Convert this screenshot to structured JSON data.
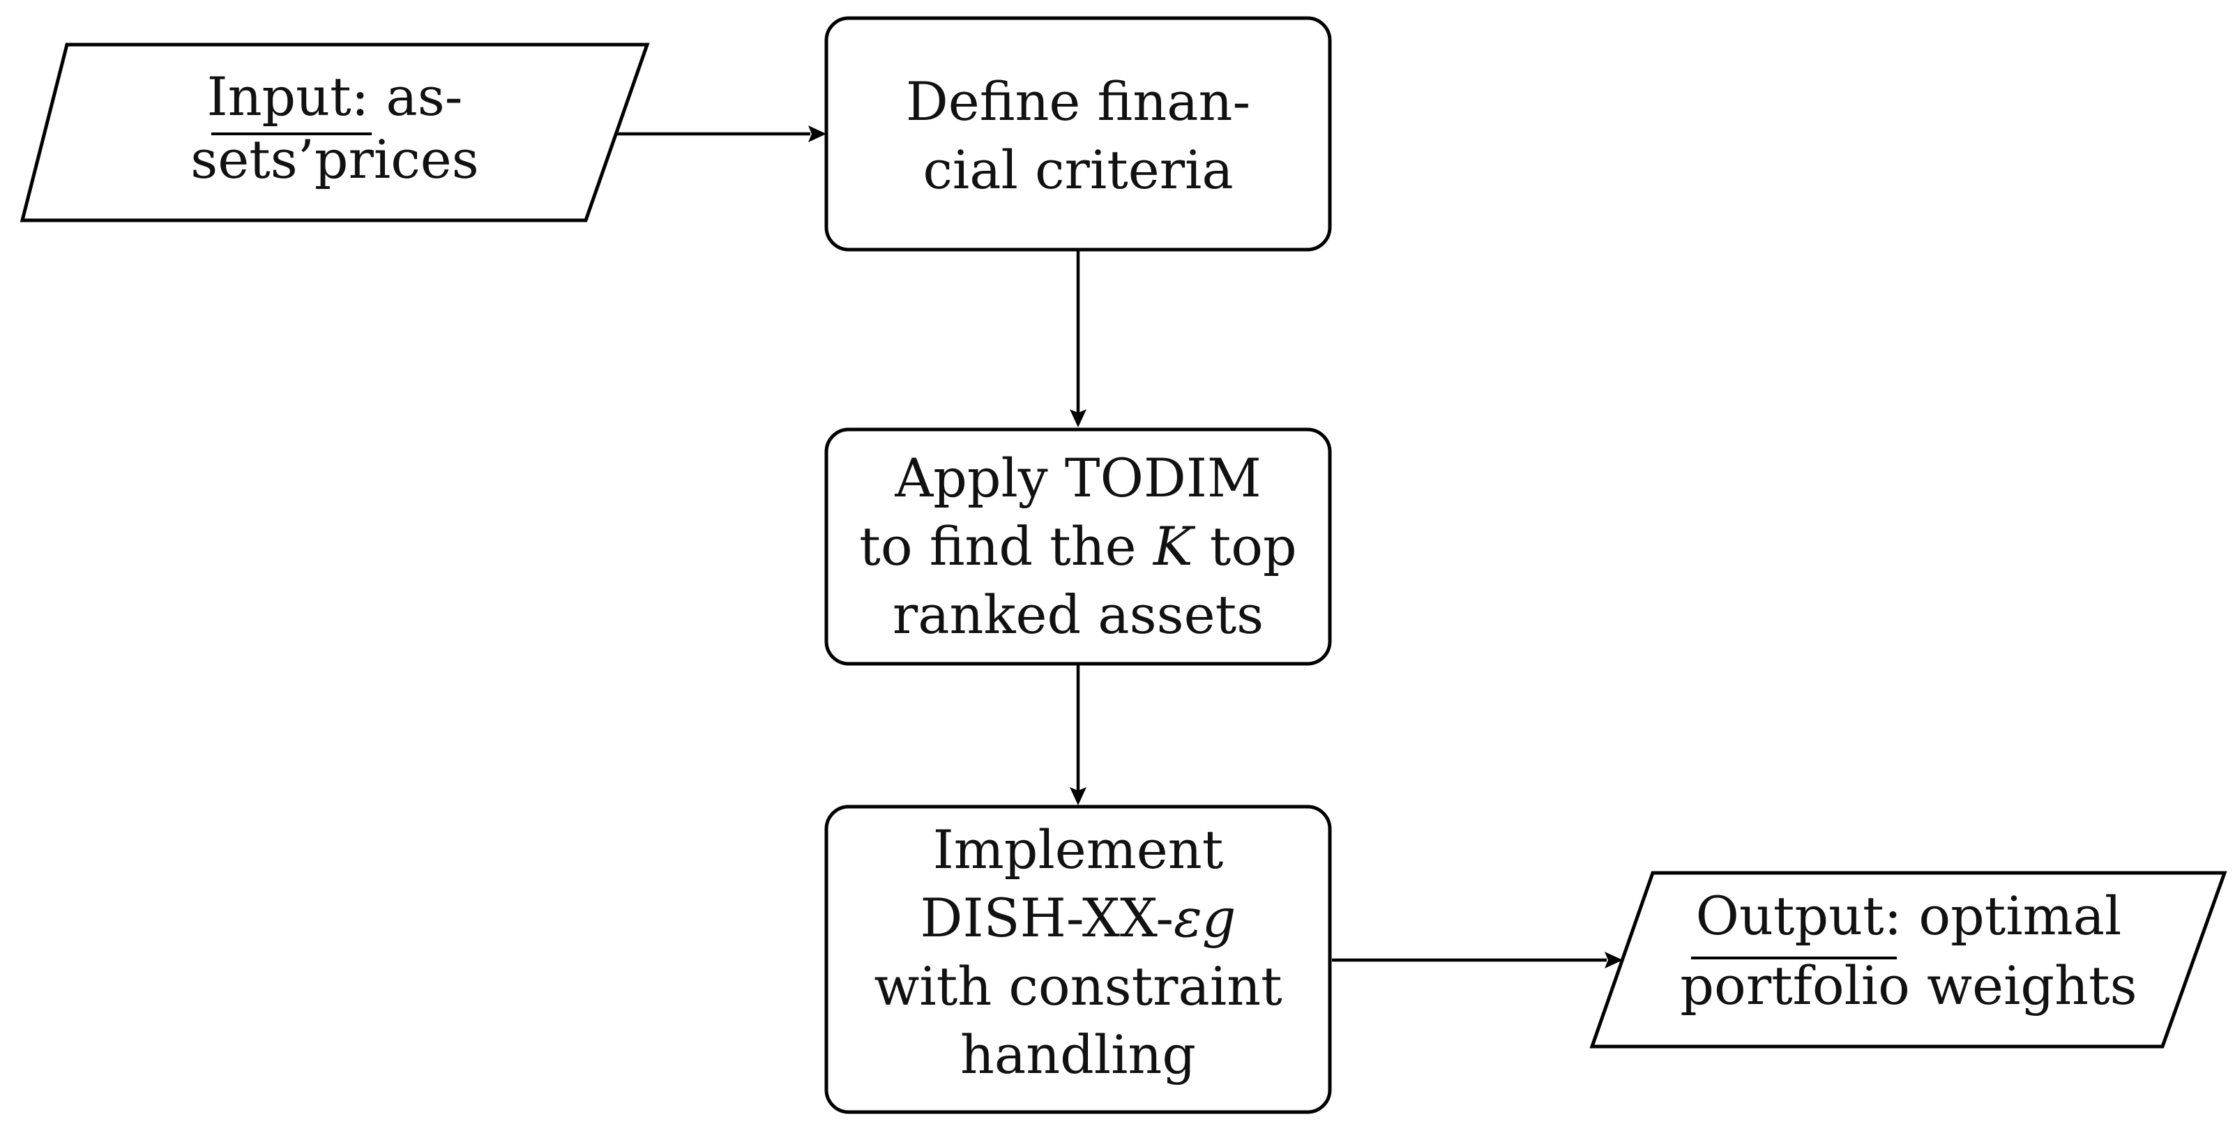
{
  "nodes": {
    "input": {
      "lines": [
        "Input: as-",
        "sets’prices"
      ]
    },
    "define": {
      "lines": [
        "Define finan-",
        "cial criteria"
      ]
    },
    "todim": {
      "line1": "Apply TODIM",
      "line2_a": "to find the ",
      "line2_k": "K",
      "line2_b": " top",
      "line3": "ranked assets"
    },
    "dish": {
      "line1": "Implement",
      "line2_a": "DISH-XX-",
      "line2_eps": "εg",
      "line3": "with constraint",
      "line4": "handling"
    },
    "output": {
      "lines": [
        "Output: optimal",
        "portfolio weights"
      ]
    }
  },
  "edges": [
    {
      "from": "input",
      "to": "define"
    },
    {
      "from": "define",
      "to": "todim"
    },
    {
      "from": "todim",
      "to": "dish"
    },
    {
      "from": "dish",
      "to": "output"
    }
  ],
  "colors": {
    "stroke": "#000000",
    "background": "#ffffff",
    "text": "#111111"
  }
}
